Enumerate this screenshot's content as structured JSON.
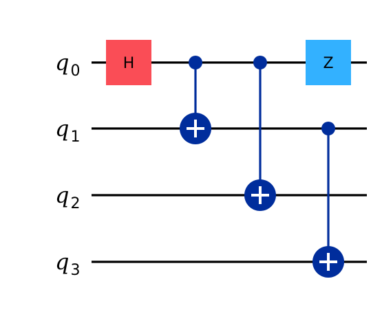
{
  "circuit": {
    "qubits": [
      {
        "name": "q",
        "index": "0"
      },
      {
        "name": "q",
        "index": "1"
      },
      {
        "name": "q",
        "index": "2"
      },
      {
        "name": "q",
        "index": "3"
      }
    ],
    "gates": [
      {
        "type": "single",
        "label": "H",
        "target": 0,
        "color": "#fa4d56",
        "text_color": "#000000"
      },
      {
        "type": "cnot",
        "control": 0,
        "target": 1,
        "color": "#002d9c"
      },
      {
        "type": "cnot",
        "control": 0,
        "target": 2,
        "color": "#002d9c"
      },
      {
        "type": "single",
        "label": "Z",
        "target": 0,
        "color": "#33b1ff",
        "text_color": "#000000"
      },
      {
        "type": "cnot",
        "control": 1,
        "target": 3,
        "color": "#002d9c"
      }
    ],
    "wire_color": "#000000"
  }
}
